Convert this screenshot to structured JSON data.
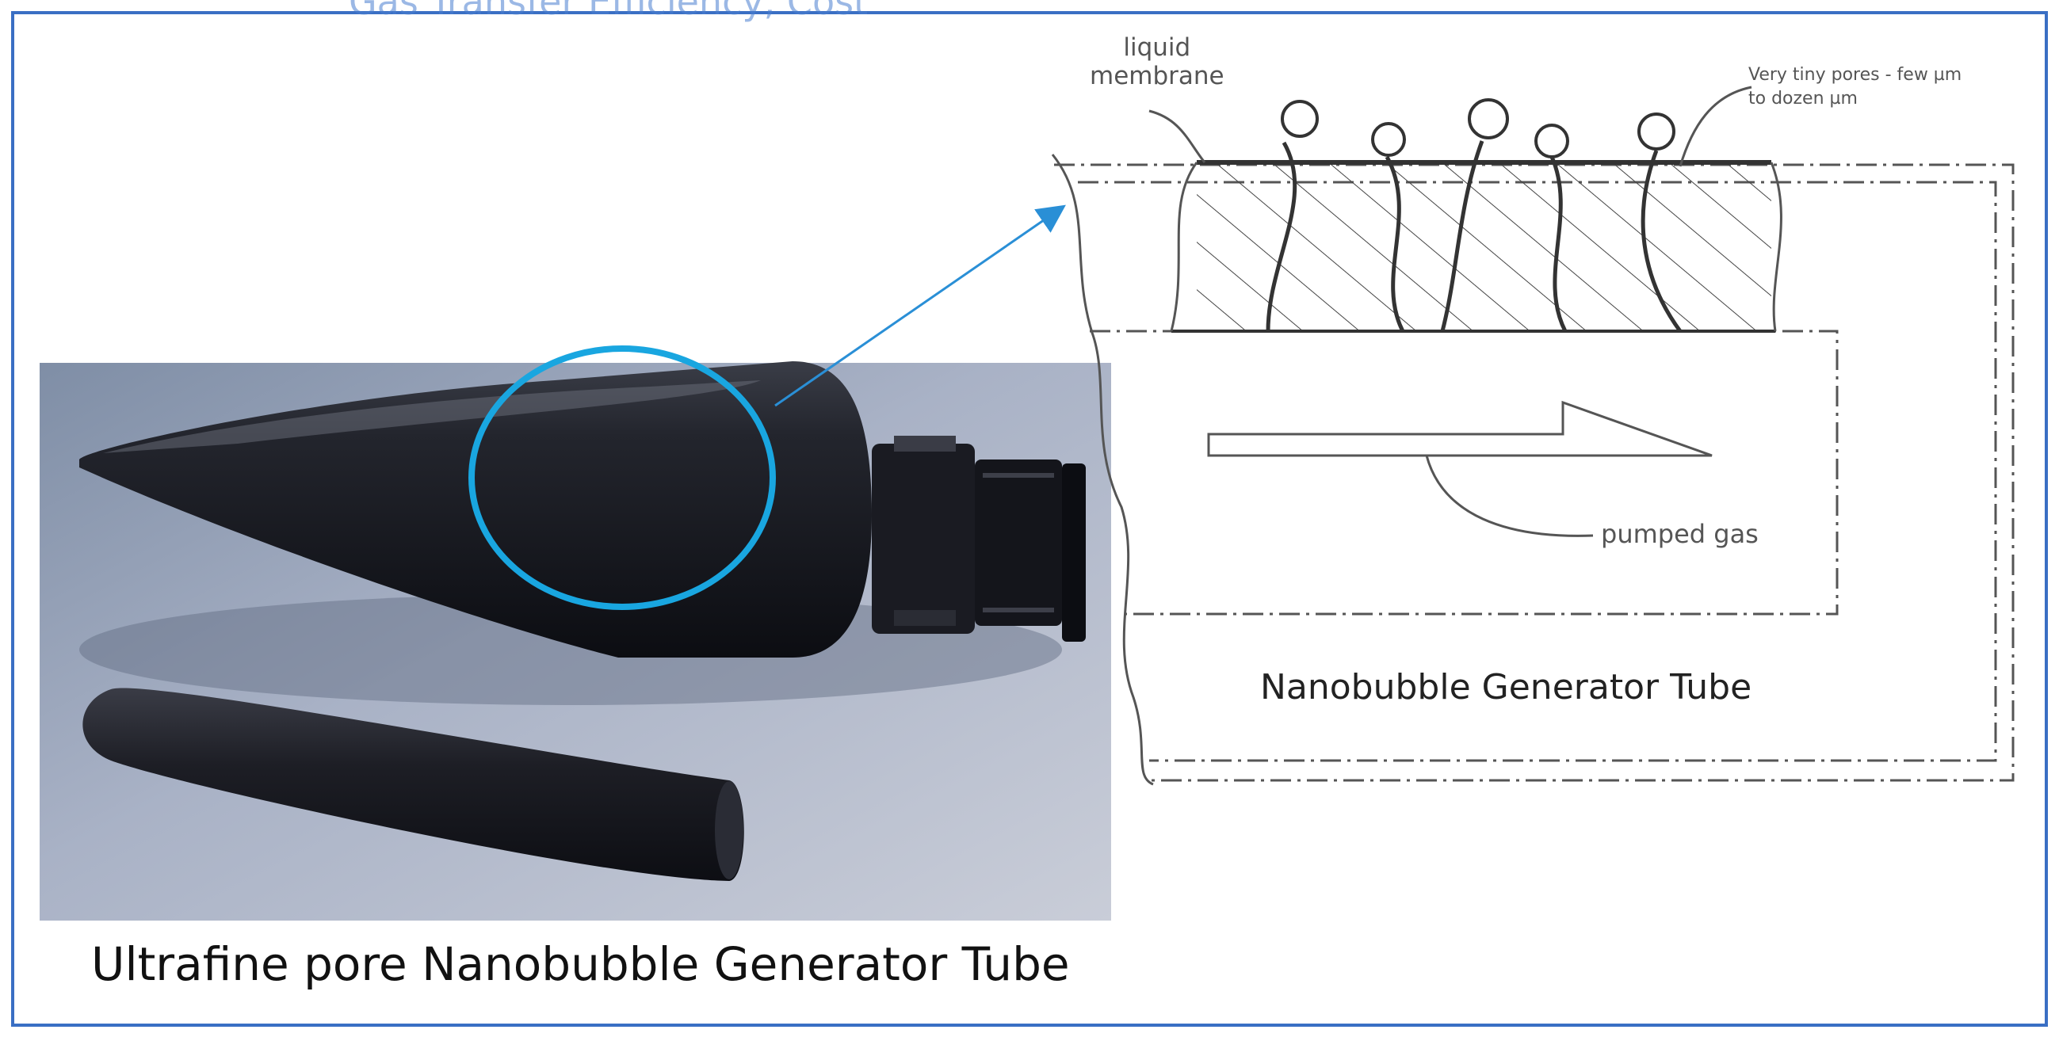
{
  "top_title_fragment": "Gas Transfer Efficiency, Cost",
  "photo": {
    "caption": "Ultrafine pore Nanobubble Generator Tube"
  },
  "diagram": {
    "title": "Nanobubble Generator Tube",
    "label_liquid_line1": "liquid",
    "label_liquid_line2": "membrane",
    "label_pores_line1": "Very tiny pores - few µm",
    "label_pores_line2": "to dozen µm",
    "label_gas": "pumped gas"
  },
  "colors": {
    "border": "#3a6fc4",
    "highlight_ring": "#19a6e0",
    "pointer_arrow": "#2a8fd6"
  }
}
